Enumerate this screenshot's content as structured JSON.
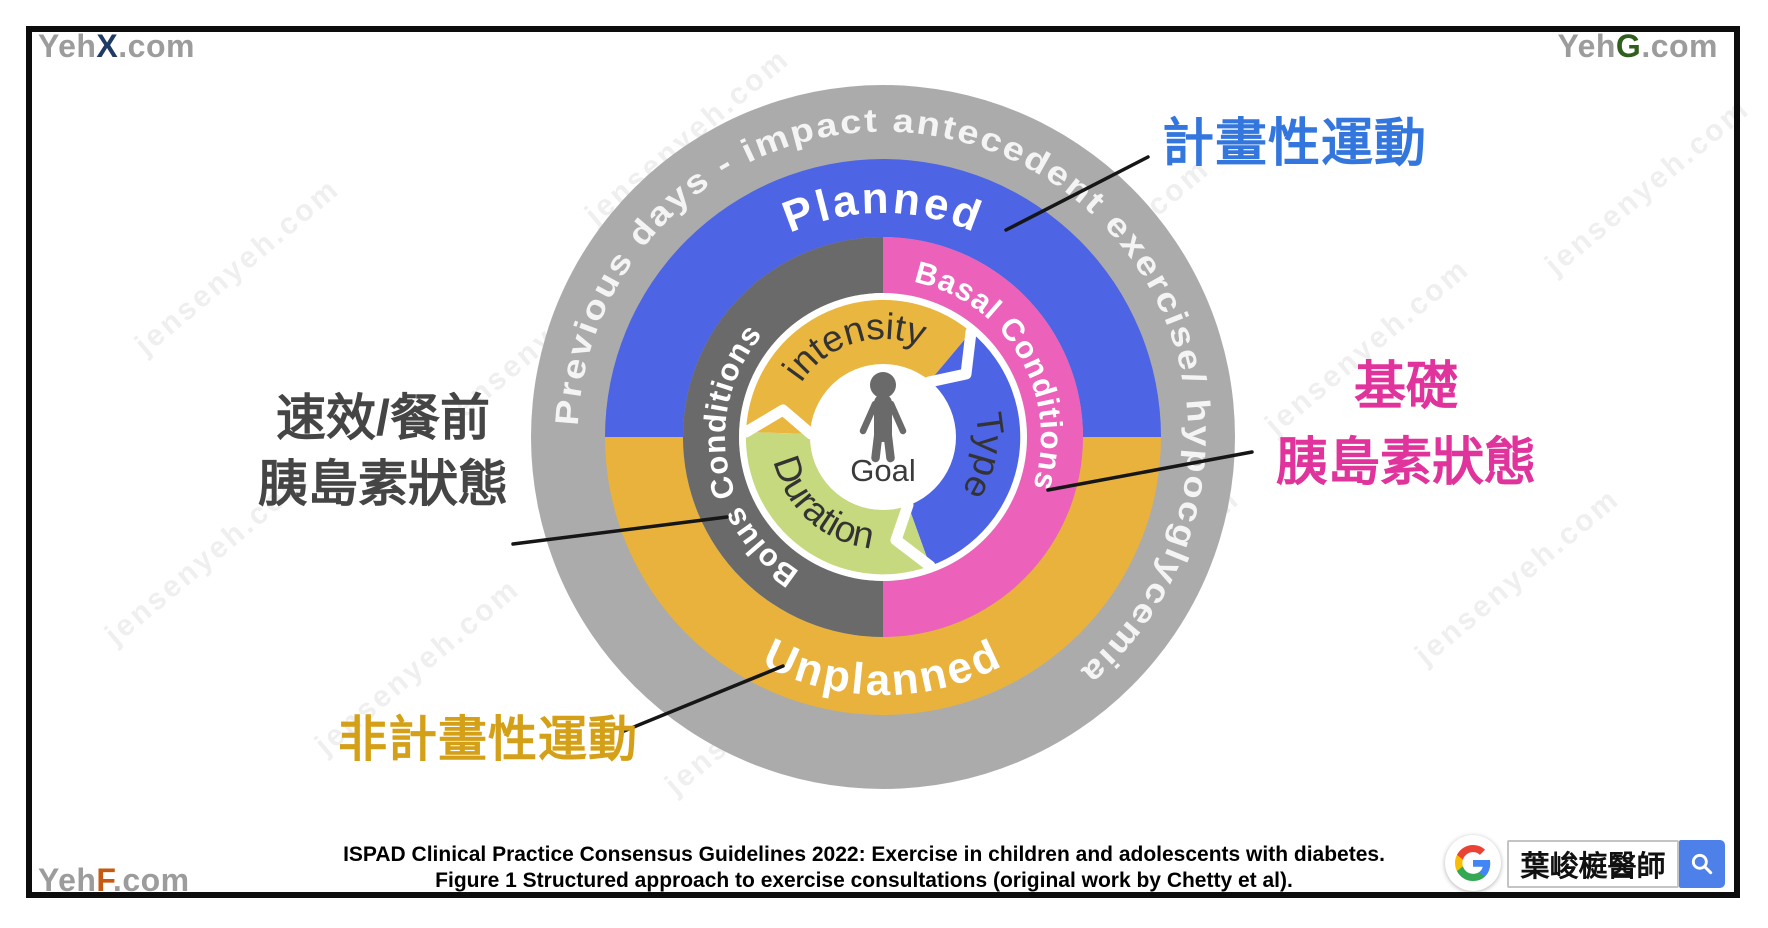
{
  "corner_marks": {
    "top_left": {
      "prefix": "Yeh",
      "letter": "X",
      "suffix": ".com"
    },
    "top_right": {
      "prefix": "Yeh",
      "letter": "G",
      "suffix": ".com"
    },
    "bottom_left": {
      "prefix": "Yeh",
      "letter": "F",
      "suffix": ".com"
    }
  },
  "watermark": {
    "text": "jensenyeh.com"
  },
  "diagram": {
    "outer_ring_label": "Previous days - impact antecedent exercise/ hypocglycemia",
    "rings": {
      "planned_label": "Planned",
      "unplanned_label": "Unplanned",
      "basal_label": "Basal Conditions",
      "bolus_label": "Bolus Conditions",
      "intensity_label": "intensity",
      "type_label": "Type",
      "duration_label": "Duration",
      "goal_label": "Goal"
    },
    "icons": {
      "center": "person-icon"
    },
    "colors": {
      "outer_ring": "#ababab",
      "planned": "#4d64e4",
      "unplanned": "#e9b23c",
      "basal": "#ec62ba",
      "bolus": "#6a6a6a",
      "intensity": "#e9b63f",
      "type": "#4d64e4",
      "duration": "#c6d97f"
    }
  },
  "annotations": {
    "planned": {
      "text": "計畫性運動",
      "color": "#3376de"
    },
    "basal": {
      "line1": "基礎",
      "line2": "胰島素狀態",
      "color": "#e0349c"
    },
    "bolus": {
      "line1": "速效/餐前",
      "line2": "胰島素狀態",
      "color": "#454545"
    },
    "unplanned": {
      "text": "非計畫性運動",
      "color": "#d4a017"
    }
  },
  "caption": {
    "line1": "ISPAD Clinical Practice Consensus Guidelines 2022: Exercise in children and adolescents with diabetes.",
    "line2": "Figure 1 Structured approach to exercise consultations (original work by Chetty et al)."
  },
  "search_widget": {
    "query": "葉峻榳醫師",
    "icons": {
      "logo": "google-g-icon",
      "button": "magnifier-icon"
    }
  }
}
